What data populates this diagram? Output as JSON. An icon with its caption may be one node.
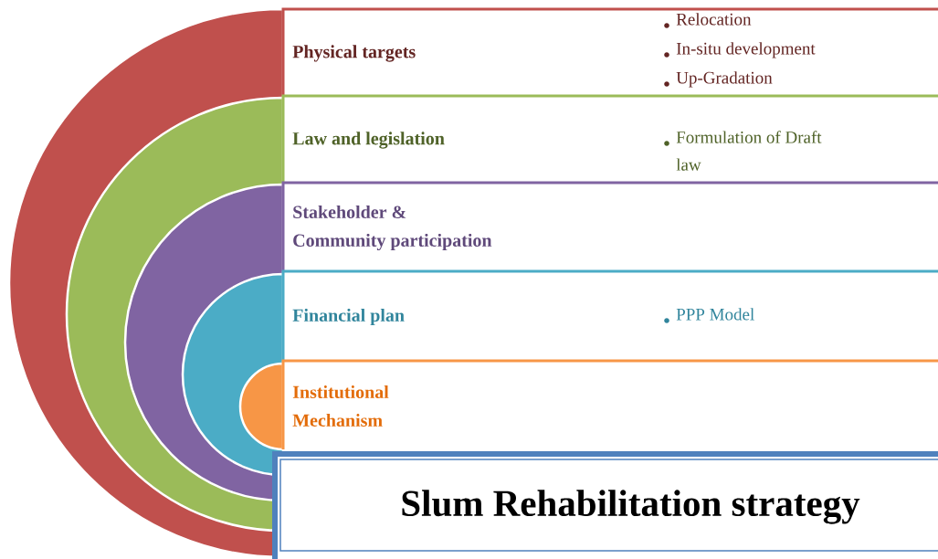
{
  "diagram": {
    "nodes": [
      {
        "text": [
          "Physical targets",
          "Relocation",
          "In-situ development",
          "Up-Gradation"
        ]
      },
      {
        "text": [
          "Law and legislation",
          "Formulation of Draft law"
        ]
      },
      {
        "text": [
          "Stakeholder & Community participation"
        ]
      },
      {
        "text": [
          "Financial plan",
          "PPP Model"
        ]
      },
      {
        "text": [
          "Institutional Mechanism"
        ]
      },
      {
        "text": [
          "Slum Rehabilitation strategy"
        ]
      }
    ]
  }
}
